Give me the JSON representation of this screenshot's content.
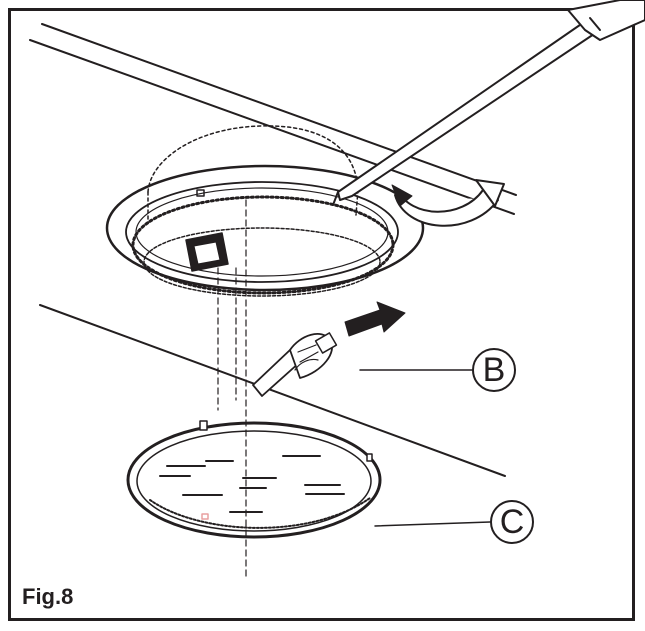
{
  "figure": {
    "label": "Fig.8"
  },
  "callouts": [
    {
      "letter": "B"
    },
    {
      "letter": "C"
    }
  ],
  "colors": {
    "ink": "#231f20",
    "accent": "#e8a0a0"
  }
}
